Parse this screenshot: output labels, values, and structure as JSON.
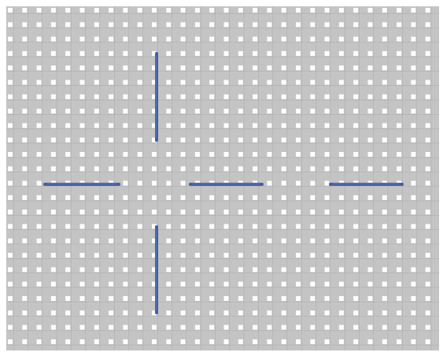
{
  "canvas": {
    "background_color": "#ffffff",
    "weave_color": "#c4c4c4",
    "weave_edge_color": "#9e9e9e",
    "hole_color": "#ffffff",
    "stitch_color": "#3f5fa5",
    "stitch_highlight_color": "#6d88c7"
  },
  "stitches": [
    {
      "name": "stitch-vertical-top",
      "orientation": "vertical"
    },
    {
      "name": "stitch-horizontal-left",
      "orientation": "horizontal"
    },
    {
      "name": "stitch-horizontal-center",
      "orientation": "horizontal"
    },
    {
      "name": "stitch-horizontal-right",
      "orientation": "horizontal"
    },
    {
      "name": "stitch-vertical-bottom",
      "orientation": "vertical"
    }
  ]
}
